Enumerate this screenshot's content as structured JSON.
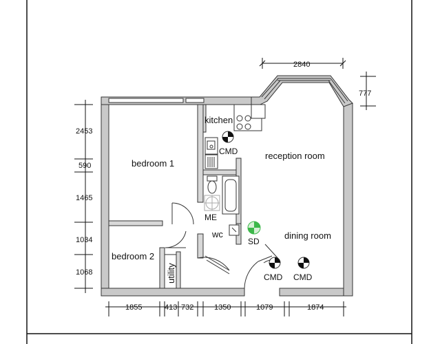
{
  "rooms": {
    "kitchen": "kitchen",
    "reception": "reception room",
    "bedroom1": "bedroom 1",
    "bedroom2": "bedroom 2",
    "utility": "utility",
    "wc": "wc",
    "dining": "dining room"
  },
  "symbols": {
    "cmd_kitchen": "CMD",
    "meter": "ME",
    "smoke_detector": "SD",
    "cmd_hall": "CMD",
    "cmd_dining": "CMD"
  },
  "dimensions": {
    "top_bay": "2840",
    "bay_depth": "777",
    "left": [
      "2453",
      "590",
      "1465",
      "1034",
      "1068"
    ],
    "bottom": [
      "1855",
      "413",
      "732",
      "1350",
      "1079",
      "1874"
    ]
  },
  "colors": {
    "wall_fill": "#c9c9c9",
    "wall_stroke": "#333333",
    "detector_green": "#3cb84a",
    "border": "#111111"
  }
}
